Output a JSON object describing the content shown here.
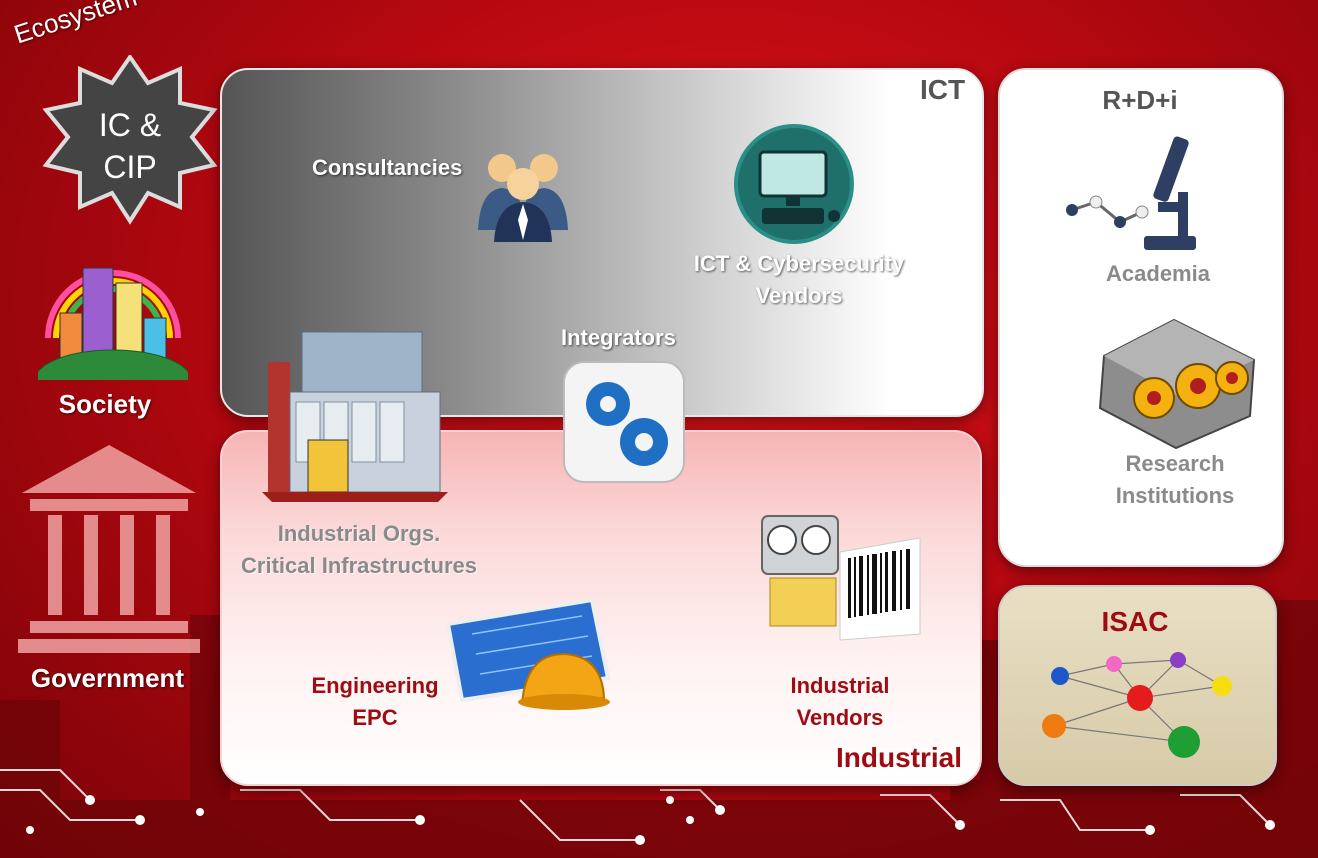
{
  "badge": {
    "ecosystem": "Ecosystem",
    "line1": "IC &",
    "line2": "CIP"
  },
  "left": {
    "society": "Society",
    "government": "Government"
  },
  "ict": {
    "title": "ICT",
    "consultancies": "Consultancies",
    "vendors_line1": "ICT & Cybersecurity",
    "vendors_line2": "Vendors",
    "integrators": "Integrators"
  },
  "industrial": {
    "title": "Industrial",
    "orgs_line1": "Industrial Orgs.",
    "orgs_line2": "Critical Infrastructures",
    "epc_line1": "Engineering",
    "epc_line2": "EPC",
    "vendors_line1": "Industrial",
    "vendors_line2": "Vendors"
  },
  "rdi": {
    "title": "R+D+i",
    "academia": "Academia",
    "research_line1": "Research",
    "research_line2": "Institutions"
  },
  "isac": {
    "title": "ISAC"
  },
  "colors": {
    "accent_red": "#9e0c12",
    "background": "#c50a12"
  },
  "icons": [
    "star-badge-icon",
    "city-globe-icon",
    "government-building-icon",
    "people-group-icon",
    "computer-icon",
    "gears-icon",
    "factory-icon",
    "blueprint-helmet-icon",
    "gauges-barcode-icon",
    "microscope-icon",
    "research-machine-icon",
    "network-people-icon"
  ]
}
